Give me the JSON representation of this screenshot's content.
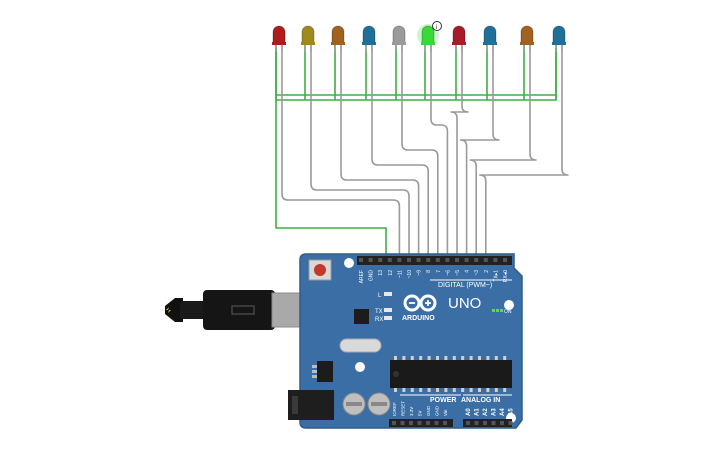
{
  "colors": {
    "board": "#3a6ea5",
    "board_edge": "#2f5c8c",
    "wire_green": "#3cb043",
    "wire_gray": "#9a9a9a",
    "header": "#222222",
    "usb_plug": "#111111",
    "usb_metal": "#a7a7a7"
  },
  "leds": [
    {
      "color": "#b01c1c",
      "lit": false
    },
    {
      "color": "#a08a1e",
      "lit": false
    },
    {
      "color": "#a0621e",
      "lit": false
    },
    {
      "color": "#1e6f9a",
      "lit": false
    },
    {
      "color": "#9b9b9b",
      "lit": false
    },
    {
      "color": "#3ad93a",
      "lit": true
    },
    {
      "color": "#a81c2a",
      "lit": false
    },
    {
      "color": "#1e6f9a",
      "lit": false
    },
    {
      "color": "#a0621e",
      "lit": false
    },
    {
      "color": "#1e6f9a",
      "lit": false
    }
  ],
  "board": {
    "model": "UNO",
    "brand": "ARDUINO",
    "digital_label": "DIGITAL (PWM~)",
    "power_label": "POWER",
    "analog_label": "ANALOG IN",
    "on_label": "ON",
    "l_label": "L",
    "tx_label": "TX",
    "rx_label": "RX",
    "info_badge": "i",
    "digital_pins": [
      "AREF",
      "GND",
      "13",
      "12",
      "~11",
      "~10",
      "~9",
      "8",
      "7",
      "~6",
      "~5",
      "4",
      "~3",
      "2",
      "TX▸1",
      "RX◂0"
    ],
    "power_pins": [
      "IOREF",
      "RESET",
      "3.3V",
      "5V",
      "GND",
      "GND",
      "Vin"
    ],
    "analog_pins": [
      "A0",
      "A1",
      "A2",
      "A3",
      "A4",
      "A5"
    ]
  }
}
